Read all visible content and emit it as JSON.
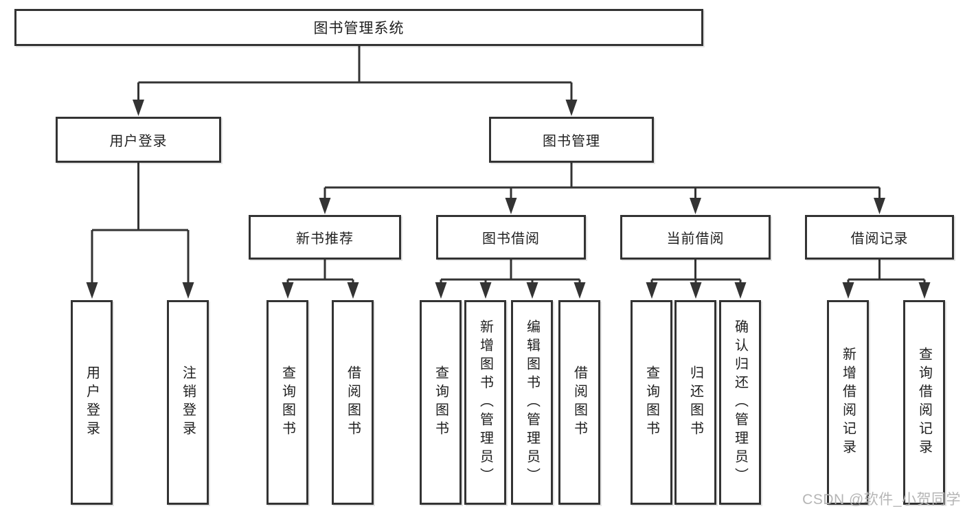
{
  "tree": {
    "root": {
      "label": "图书管理系统"
    },
    "branches": [
      {
        "label": "用户登录",
        "children": [
          {
            "label": "用户登录"
          },
          {
            "label": "注销登录"
          }
        ]
      },
      {
        "label": "图书管理",
        "children": [
          {
            "label": "新书推荐",
            "children": [
              {
                "label": "查询图书"
              },
              {
                "label": "借阅图书"
              }
            ]
          },
          {
            "label": "图书借阅",
            "children": [
              {
                "label": "查询图书"
              },
              {
                "label": "新增图书（管理员）"
              },
              {
                "label": "编辑图书（管理员）"
              },
              {
                "label": "借阅图书"
              }
            ]
          },
          {
            "label": "当前借阅",
            "children": [
              {
                "label": "查询图书"
              },
              {
                "label": "归还图书"
              },
              {
                "label": "确认归还（管理员）"
              }
            ]
          },
          {
            "label": "借阅记录",
            "children": [
              {
                "label": "新增借阅记录"
              },
              {
                "label": "查询借阅记录"
              }
            ]
          }
        ]
      }
    ]
  },
  "watermark": {
    "text": "CSDN @软件_小贺同学"
  },
  "colors": {
    "line": "#333333",
    "text": "#1f1f1f",
    "background": "#ffffff",
    "watermark": "#b5b5b5"
  }
}
